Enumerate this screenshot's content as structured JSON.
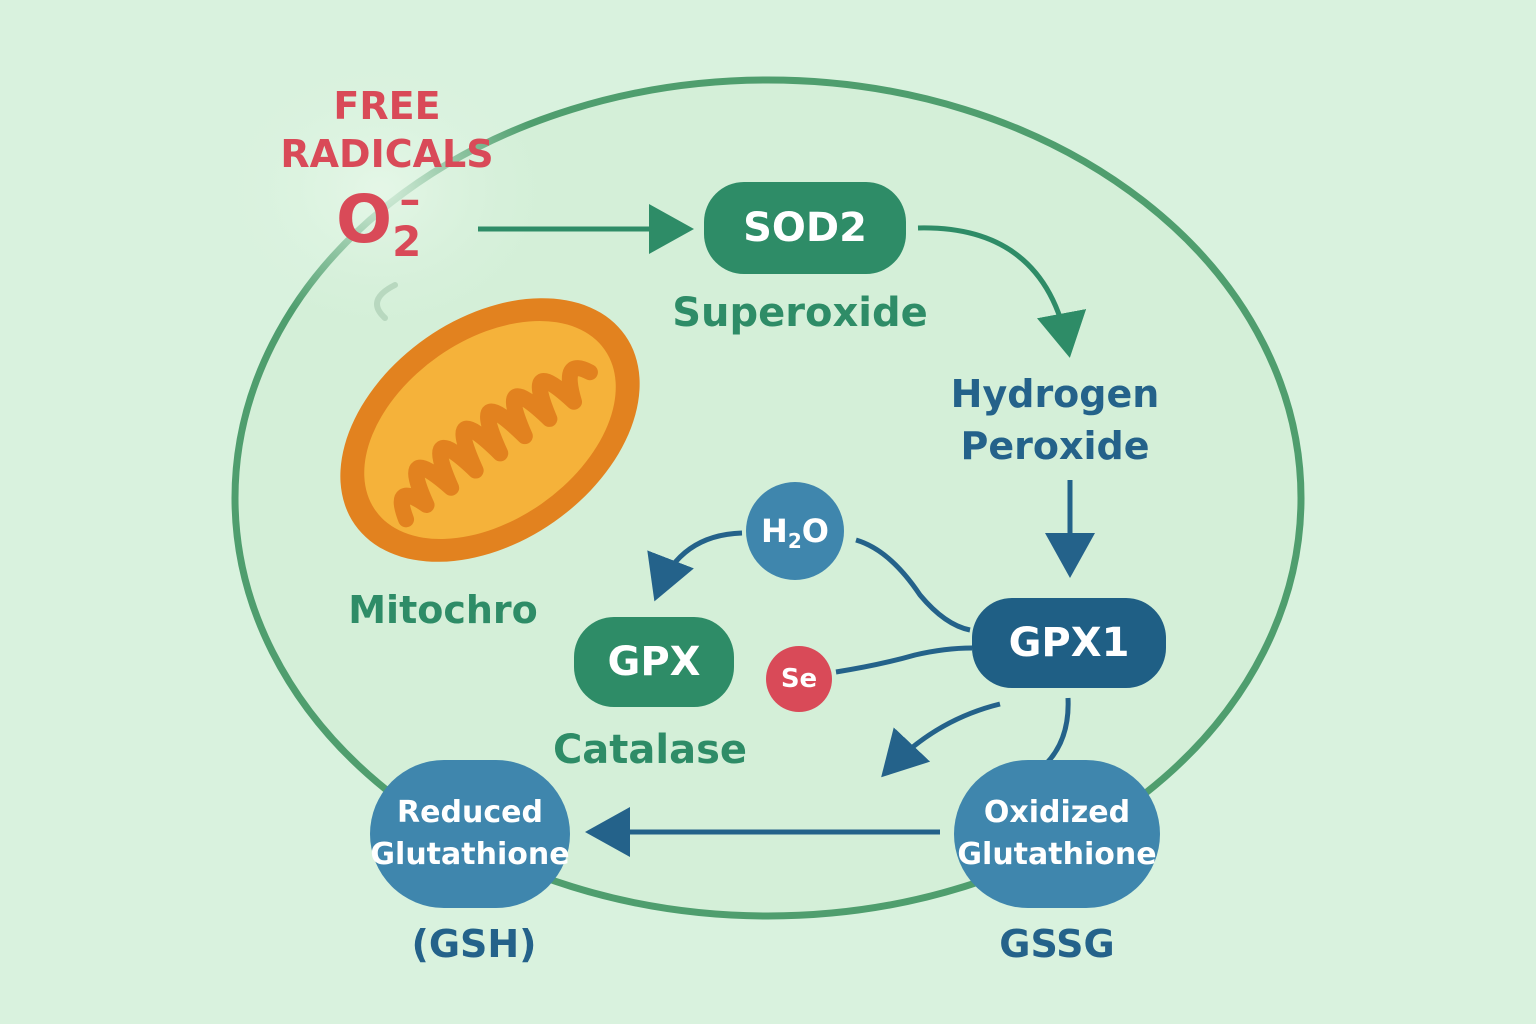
{
  "free_radicals": {
    "line1": "FREE",
    "line2": "RADICALS"
  },
  "superoxide_symbol": {
    "base": "O",
    "sub": "2",
    "sup": "–"
  },
  "sod2": {
    "label": "SOD2",
    "caption": "Superoxide"
  },
  "hydrogen_peroxide": {
    "line1": "Hydrogen",
    "line2": "Peroxide"
  },
  "mitochondria": {
    "label": "Mitochro"
  },
  "water": {
    "base": "H",
    "sub": "2",
    "tail": "O"
  },
  "gpx": {
    "label": "GPX",
    "caption": "Catalase"
  },
  "selenium": {
    "label": "Se"
  },
  "gpx1": {
    "label": "GPX1"
  },
  "reduced_glutathione": {
    "line1": "Reduced",
    "line2": "Glutathione",
    "abbr": "(GSH)"
  },
  "oxidized_glutathione": {
    "line1": "Oxidized",
    "line2": "Glutathione",
    "abbr": "GSSG"
  },
  "colors": {
    "background": "#d9f2de",
    "cell_border": "#4f9e6e",
    "green_node": "#2e8c67",
    "blue_node": "#1f5f85",
    "light_blue_node": "#3f86ad",
    "red": "#d94a58",
    "mito_outer": "#e2821f",
    "mito_inner": "#f5b23a"
  }
}
